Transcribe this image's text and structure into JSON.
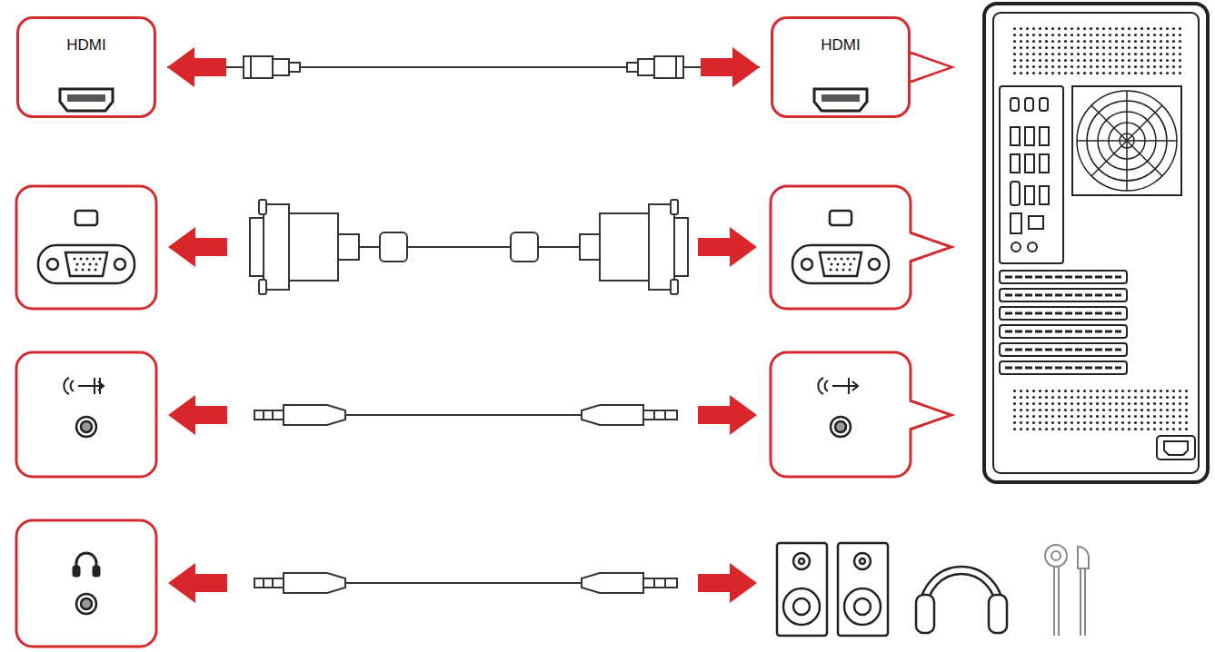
{
  "diagram": {
    "nodes": [
      {
        "text": [
          "HDMI"
        ]
      },
      {
        "text": [
          "HDMI"
        ]
      }
    ],
    "edges": [
      {
        "from": 0,
        "to": 1,
        "arrow": "both"
      }
    ]
  }
}
